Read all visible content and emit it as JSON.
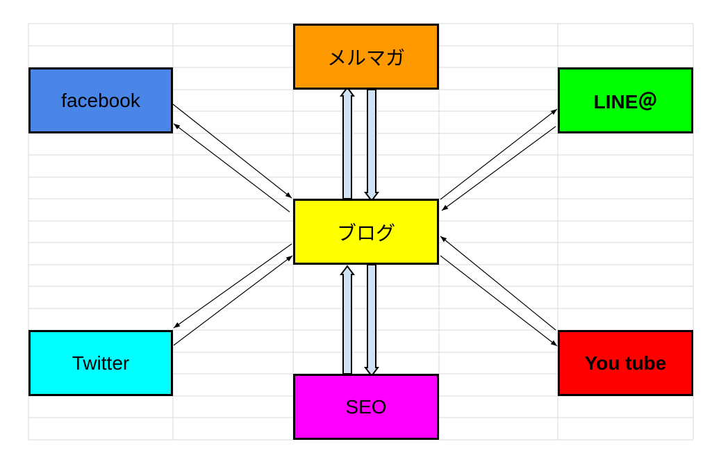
{
  "nodes": {
    "mailmag": {
      "label": "メルマガ",
      "color": "#ff9900",
      "bold": false
    },
    "facebook": {
      "label": "facebook",
      "color": "#4a86e8",
      "bold": false
    },
    "line": {
      "label": "LINE＠",
      "color": "#00ff00",
      "bold": true
    },
    "blog": {
      "label": "ブログ",
      "color": "#ffff00",
      "bold": false
    },
    "twitter": {
      "label": "Twitter",
      "color": "#00ffff",
      "bold": false
    },
    "youtube": {
      "label": "You tube",
      "color": "#ff0000",
      "bold": true
    },
    "seo": {
      "label": "SEO",
      "color": "#ff00ff",
      "bold": false
    }
  },
  "connections": [
    {
      "from": "blog",
      "to": "mailmag",
      "style": "block-arrows"
    },
    {
      "from": "blog",
      "to": "seo",
      "style": "block-arrows"
    },
    {
      "from": "blog",
      "to": "facebook",
      "style": "thin-double-arrows"
    },
    {
      "from": "blog",
      "to": "line",
      "style": "thin-double-arrows"
    },
    {
      "from": "blog",
      "to": "twitter",
      "style": "thin-double-arrows"
    },
    {
      "from": "blog",
      "to": "youtube",
      "style": "thin-double-arrows"
    }
  ],
  "colors": {
    "grid": "#d8d8d8",
    "block_arrow_fill": "#cfe2f3",
    "line": "#000000"
  }
}
